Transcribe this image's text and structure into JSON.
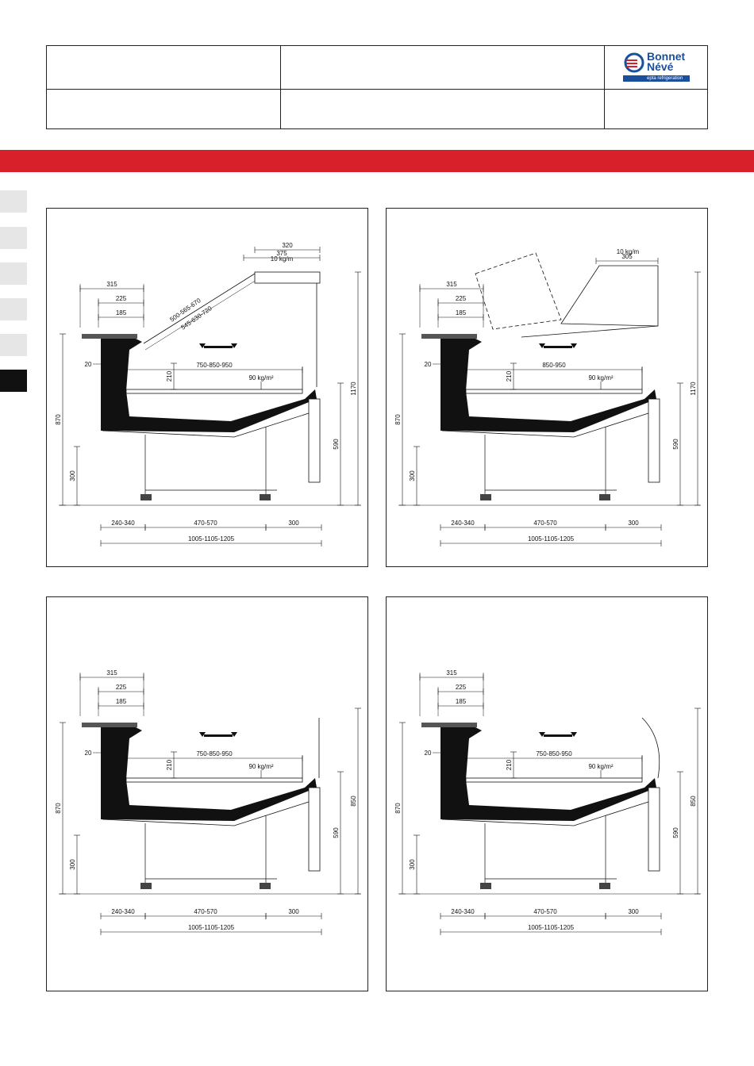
{
  "header": {
    "cells": [
      "",
      "",
      "",
      ""
    ]
  },
  "logo": {
    "line1": "Bonnet",
    "line2": "Névé",
    "tagline": "epta refrigeration",
    "brand_color": "#1b4f9c"
  },
  "accent_color": "#d7202a",
  "side_tabs": {
    "count": 6,
    "active_index": 5
  },
  "panels": [
    {
      "dims": {
        "top1": "375",
        "top2": "320",
        "load_top": "10 kg/m",
        "w315": "315",
        "w225": "225",
        "w185": "185",
        "diag1": "500-565-670",
        "diag2": "545-630-720",
        "h210": "210",
        "depth": "750-850-950",
        "load_shelf": "90  kg/m²",
        "d20": "20",
        "h870": "870",
        "h300": "300",
        "h590": "590",
        "h_total": "1170",
        "b1": "240-340",
        "b2": "470-570",
        "b3": "300",
        "total": "1005-1105-1205"
      }
    },
    {
      "dims": {
        "top1": "305",
        "load_top": "10 kg/m",
        "w315": "315",
        "w225": "225",
        "w185": "185",
        "h210": "210",
        "depth": "850-950",
        "load_shelf": "90  kg/m²",
        "d20": "20",
        "h870": "870",
        "h300": "300",
        "h590": "590",
        "h_total": "1170",
        "b1": "240-340",
        "b2": "470-570",
        "b3": "300",
        "total": "1005-1105-1205"
      }
    },
    {
      "dims": {
        "w315": "315",
        "w225": "225",
        "w185": "185",
        "h210": "210",
        "depth": "750-850-950",
        "load_shelf": "90  kg/m²",
        "d20": "20",
        "h870": "870",
        "h300": "300",
        "h590": "590",
        "h_total": "850",
        "b1": "240-340",
        "b2": "470-570",
        "b3": "300",
        "total": "1005-1105-1205"
      }
    },
    {
      "dims": {
        "w315": "315",
        "w225": "225",
        "w185": "185",
        "h210": "210",
        "depth": "750-850-950",
        "load_shelf": "90  kg/m²",
        "d20": "20",
        "h870": "870",
        "h300": "300",
        "h590": "590",
        "h_total": "850",
        "b1": "240-340",
        "b2": "470-570",
        "b3": "300",
        "total": "1005-1105-1205"
      }
    }
  ]
}
